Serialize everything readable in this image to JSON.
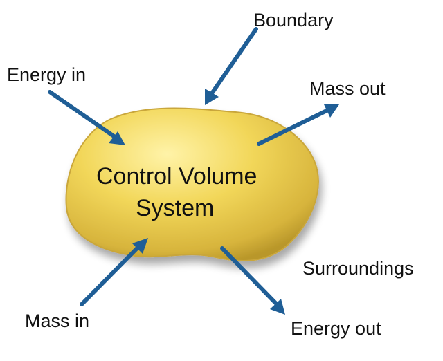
{
  "labels": {
    "boundary": "Boundary",
    "energy_in": "Energy in",
    "mass_out": "Mass out",
    "control_volume": "Control Volume",
    "system": "System",
    "surroundings": "Surroundings",
    "mass_in": "Mass in",
    "energy_out": "Energy out"
  },
  "colors": {
    "blob_fill": "#f2d75a",
    "blob_highlight": "#fff3a8",
    "blob_shadow": "#b9972a",
    "arrow": "#1f5e96",
    "text": "#111111",
    "background": "#ffffff"
  }
}
